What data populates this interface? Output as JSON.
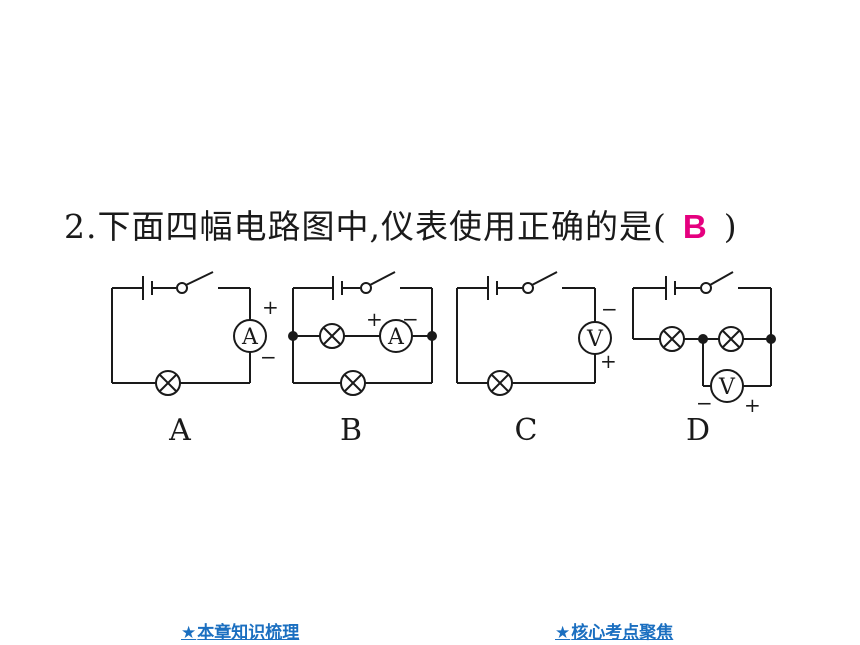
{
  "question": {
    "prefix": "2.下面四幅电路图中,仪表使用正确的是(",
    "answer": "B",
    "suffix": ")"
  },
  "circuits": [
    {
      "label": "A",
      "meter": "A"
    },
    {
      "label": "B",
      "meter": "A"
    },
    {
      "label": "C",
      "meter": "V"
    },
    {
      "label": "D",
      "meter": "V"
    }
  ],
  "signs": {
    "plus": "+",
    "minus": "−"
  },
  "nav": {
    "left": {
      "star": "★",
      "text": "本章知识梳理"
    },
    "right": {
      "star": "★",
      "text": "核心考点聚焦"
    }
  },
  "colors": {
    "answer": "#e5007f",
    "link": "#1b6fc0",
    "wire": "#1a1a1a"
  }
}
